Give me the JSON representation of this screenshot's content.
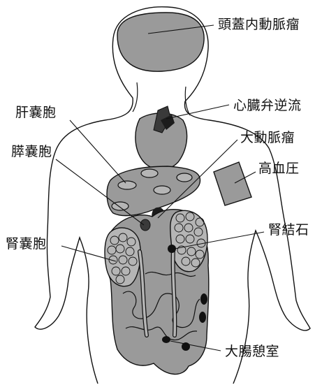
{
  "labels": {
    "intracranial_aneurysm": "頭蓋内動脈瘤",
    "valvular_regurgitation": "心臓弁逆流",
    "liver_cysts": "肝嚢胞",
    "aortic_aneurysm": "大動脈瘤",
    "pancreatic_cysts": "膵嚢胞",
    "hypertension": "高血圧",
    "kidney_stones": "腎結石",
    "kidney_cysts": "腎嚢胞",
    "colonic_diverticula": "大腸憩室"
  },
  "colors": {
    "organ_fill": "#9a9a9a",
    "dark_fill": "#3a3a3a",
    "outline": "#111111",
    "cyst_fill": "#b5b5b5"
  }
}
